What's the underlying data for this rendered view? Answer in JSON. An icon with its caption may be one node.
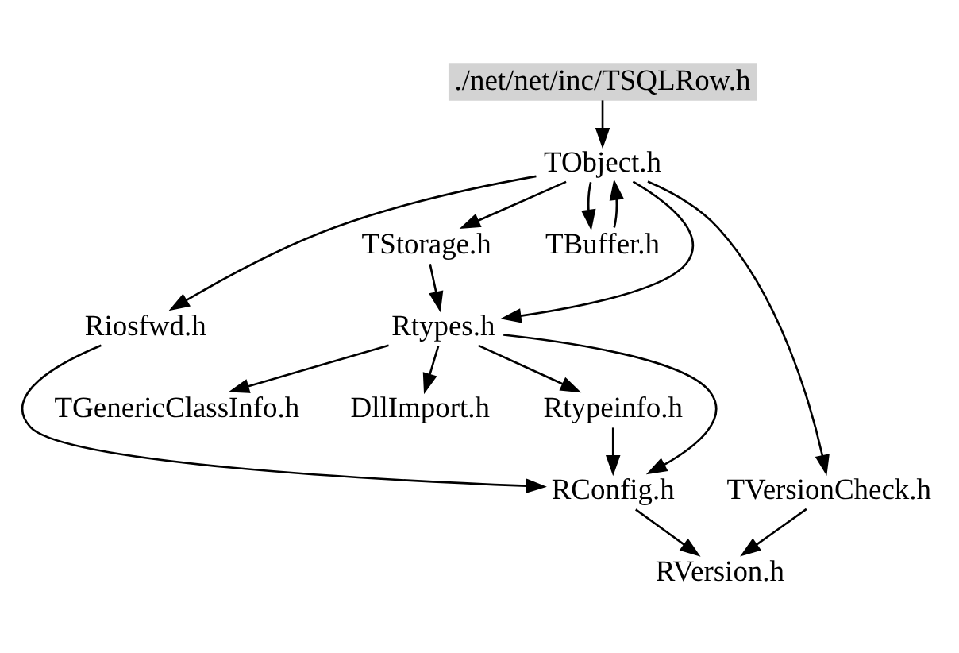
{
  "diagram": {
    "nodes": [
      {
        "text": [
          "./net/net/inc/TSQLRow.h"
        ]
      },
      {
        "text": [
          "TObject.h"
        ]
      },
      {
        "text": [
          "Riosfwd.h"
        ]
      },
      {
        "text": [
          "TStorage.h"
        ]
      },
      {
        "text": [
          "TBuffer.h"
        ]
      },
      {
        "text": [
          "Rtypes.h"
        ]
      },
      {
        "text": [
          "TVersionCheck.h"
        ]
      },
      {
        "text": [
          "TGenericClassInfo.h"
        ]
      },
      {
        "text": [
          "DllImport.h"
        ]
      },
      {
        "text": [
          "Rtypeinfo.h"
        ]
      },
      {
        "text": [
          "RConfig.h"
        ]
      },
      {
        "text": [
          "RVersion.h"
        ]
      }
    ],
    "edges": [
      {
        "from": 0,
        "to": 1,
        "arrow": "to"
      },
      {
        "from": 1,
        "to": 2,
        "arrow": "to"
      },
      {
        "from": 1,
        "to": 3,
        "arrow": "to"
      },
      {
        "from": 1,
        "to": 4,
        "arrow": "to"
      },
      {
        "from": 1,
        "to": 5,
        "arrow": "to"
      },
      {
        "from": 1,
        "to": 6,
        "arrow": "to"
      },
      {
        "from": 4,
        "to": 1,
        "arrow": "to"
      },
      {
        "from": 3,
        "to": 5,
        "arrow": "to"
      },
      {
        "from": 5,
        "to": 7,
        "arrow": "to"
      },
      {
        "from": 5,
        "to": 8,
        "arrow": "to"
      },
      {
        "from": 5,
        "to": 9,
        "arrow": "to"
      },
      {
        "from": 5,
        "to": 10,
        "arrow": "to"
      },
      {
        "from": 2,
        "to": 10,
        "arrow": "to"
      },
      {
        "from": 9,
        "to": 10,
        "arrow": "to"
      },
      {
        "from": 10,
        "to": 11,
        "arrow": "to"
      },
      {
        "from": 6,
        "to": 11,
        "arrow": "to"
      }
    ]
  }
}
